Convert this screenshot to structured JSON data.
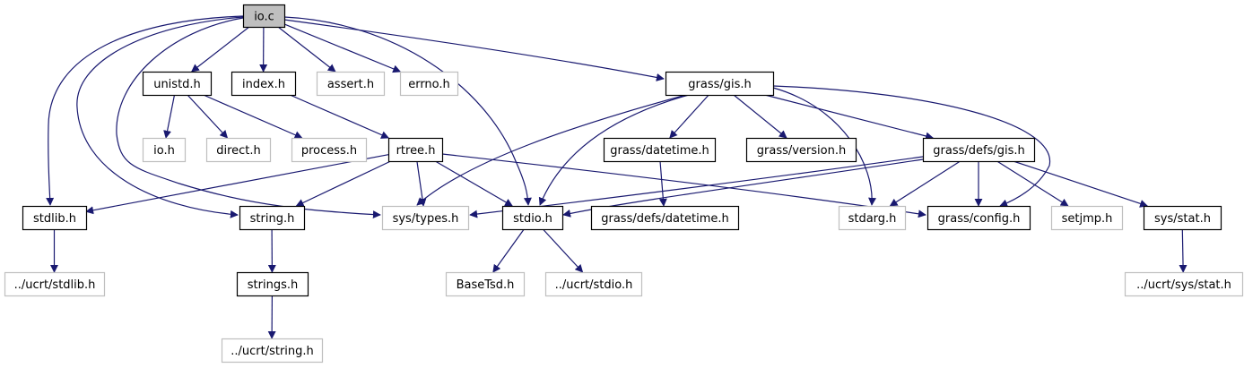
{
  "title": "io.c include dependency graph",
  "colors": {
    "edge": "#191970",
    "root_fill": "#bfbfbf",
    "documented_border": "#000000",
    "external_border": "#bfbfbf",
    "node_fill": "#ffffff"
  },
  "nodes": [
    {
      "id": "io_c",
      "label": "io.c",
      "kind": "root"
    },
    {
      "id": "unistd_h",
      "label": "unistd.h",
      "kind": "documented"
    },
    {
      "id": "index_h",
      "label": "index.h",
      "kind": "documented"
    },
    {
      "id": "assert_h",
      "label": "assert.h",
      "kind": "external"
    },
    {
      "id": "errno_h",
      "label": "errno.h",
      "kind": "external"
    },
    {
      "id": "grass_gis_h",
      "label": "grass/gis.h",
      "kind": "documented"
    },
    {
      "id": "io_h",
      "label": "io.h",
      "kind": "external"
    },
    {
      "id": "direct_h",
      "label": "direct.h",
      "kind": "external"
    },
    {
      "id": "process_h",
      "label": "process.h",
      "kind": "external"
    },
    {
      "id": "rtree_h",
      "label": "rtree.h",
      "kind": "documented"
    },
    {
      "id": "grass_datetime_h",
      "label": "grass/datetime.h",
      "kind": "documented"
    },
    {
      "id": "grass_version_h",
      "label": "grass/version.h",
      "kind": "documented"
    },
    {
      "id": "grass_defs_gis_h",
      "label": "grass/defs/gis.h",
      "kind": "documented"
    },
    {
      "id": "stdlib_h",
      "label": "stdlib.h",
      "kind": "documented"
    },
    {
      "id": "string_h",
      "label": "string.h",
      "kind": "documented"
    },
    {
      "id": "sys_types_h",
      "label": "sys/types.h",
      "kind": "external"
    },
    {
      "id": "stdio_h",
      "label": "stdio.h",
      "kind": "documented"
    },
    {
      "id": "grass_defs_datetime_h",
      "label": "grass/defs/datetime.h",
      "kind": "documented"
    },
    {
      "id": "stdarg_h",
      "label": "stdarg.h",
      "kind": "external"
    },
    {
      "id": "grass_config_h",
      "label": "grass/config.h",
      "kind": "documented"
    },
    {
      "id": "setjmp_h",
      "label": "setjmp.h",
      "kind": "external"
    },
    {
      "id": "sys_stat_h",
      "label": "sys/stat.h",
      "kind": "documented"
    },
    {
      "id": "ucrt_stdlib_h",
      "label": "../ucrt/stdlib.h",
      "kind": "external"
    },
    {
      "id": "strings_h",
      "label": "strings.h",
      "kind": "documented"
    },
    {
      "id": "basetsd_h",
      "label": "BaseTsd.h",
      "kind": "external"
    },
    {
      "id": "ucrt_stdio_h",
      "label": "../ucrt/stdio.h",
      "kind": "external"
    },
    {
      "id": "ucrt_sys_stat_h",
      "label": "../ucrt/sys/stat.h",
      "kind": "external"
    },
    {
      "id": "ucrt_string_h",
      "label": "../ucrt/string.h",
      "kind": "external"
    }
  ],
  "edges": [
    {
      "from": "io_c",
      "to": "unistd_h"
    },
    {
      "from": "io_c",
      "to": "index_h"
    },
    {
      "from": "io_c",
      "to": "assert_h"
    },
    {
      "from": "io_c",
      "to": "errno_h"
    },
    {
      "from": "io_c",
      "to": "grass_gis_h"
    },
    {
      "from": "io_c",
      "to": "stdlib_h"
    },
    {
      "from": "io_c",
      "to": "string_h"
    },
    {
      "from": "io_c",
      "to": "sys_types_h"
    },
    {
      "from": "io_c",
      "to": "stdio_h"
    },
    {
      "from": "unistd_h",
      "to": "io_h"
    },
    {
      "from": "unistd_h",
      "to": "direct_h"
    },
    {
      "from": "unistd_h",
      "to": "process_h"
    },
    {
      "from": "index_h",
      "to": "rtree_h"
    },
    {
      "from": "rtree_h",
      "to": "stdlib_h"
    },
    {
      "from": "rtree_h",
      "to": "string_h"
    },
    {
      "from": "rtree_h",
      "to": "sys_types_h"
    },
    {
      "from": "rtree_h",
      "to": "stdio_h"
    },
    {
      "from": "rtree_h",
      "to": "grass_config_h"
    },
    {
      "from": "grass_gis_h",
      "to": "sys_types_h"
    },
    {
      "from": "grass_gis_h",
      "to": "stdio_h"
    },
    {
      "from": "grass_gis_h",
      "to": "grass_datetime_h"
    },
    {
      "from": "grass_gis_h",
      "to": "grass_version_h"
    },
    {
      "from": "grass_gis_h",
      "to": "stdarg_h"
    },
    {
      "from": "grass_gis_h",
      "to": "grass_defs_gis_h"
    },
    {
      "from": "grass_gis_h",
      "to": "grass_config_h"
    },
    {
      "from": "grass_datetime_h",
      "to": "grass_defs_datetime_h"
    },
    {
      "from": "grass_defs_gis_h",
      "to": "sys_types_h"
    },
    {
      "from": "grass_defs_gis_h",
      "to": "stdio_h"
    },
    {
      "from": "grass_defs_gis_h",
      "to": "stdarg_h"
    },
    {
      "from": "grass_defs_gis_h",
      "to": "grass_config_h"
    },
    {
      "from": "grass_defs_gis_h",
      "to": "setjmp_h"
    },
    {
      "from": "grass_defs_gis_h",
      "to": "sys_stat_h"
    },
    {
      "from": "stdlib_h",
      "to": "ucrt_stdlib_h"
    },
    {
      "from": "string_h",
      "to": "strings_h"
    },
    {
      "from": "strings_h",
      "to": "ucrt_string_h"
    },
    {
      "from": "stdio_h",
      "to": "basetsd_h"
    },
    {
      "from": "stdio_h",
      "to": "ucrt_stdio_h"
    },
    {
      "from": "sys_stat_h",
      "to": "ucrt_sys_stat_h"
    }
  ]
}
